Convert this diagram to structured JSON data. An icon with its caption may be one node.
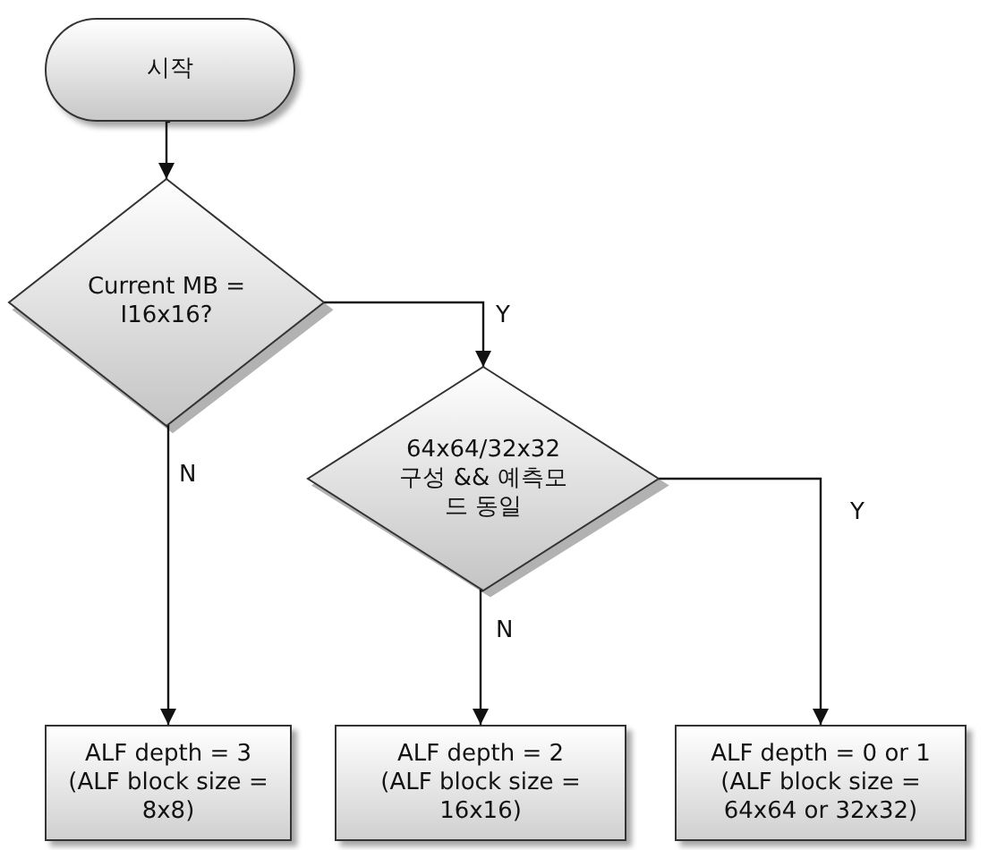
{
  "diagram": {
    "nodes": [
      {
        "text": [
          "시작"
        ]
      },
      {
        "text": [
          "Current MB = I16x16?"
        ]
      },
      {
        "text": [
          "64x64/32x32 구성 && 예측모드 동일"
        ]
      },
      {
        "text": [
          "ALF depth = 3",
          "(ALF block size = 8x8)"
        ]
      },
      {
        "text": [
          "ALF depth = 2",
          "(ALF block size = 16x16)"
        ]
      },
      {
        "text": [
          "ALF depth = 0 or 1",
          "(ALF block size = 64x64 or 32x32)"
        ]
      }
    ],
    "edges": [
      {
        "from": 0,
        "to": 1,
        "arrow": "to"
      },
      {
        "from": 1,
        "to": 2,
        "arrow": "to",
        "label": "Y"
      },
      {
        "from": 1,
        "to": 3,
        "arrow": "to",
        "label": "N"
      },
      {
        "from": 2,
        "to": 4,
        "arrow": "to",
        "label": "N"
      },
      {
        "from": 2,
        "to": 5,
        "arrow": "to",
        "label": "Y"
      }
    ]
  }
}
